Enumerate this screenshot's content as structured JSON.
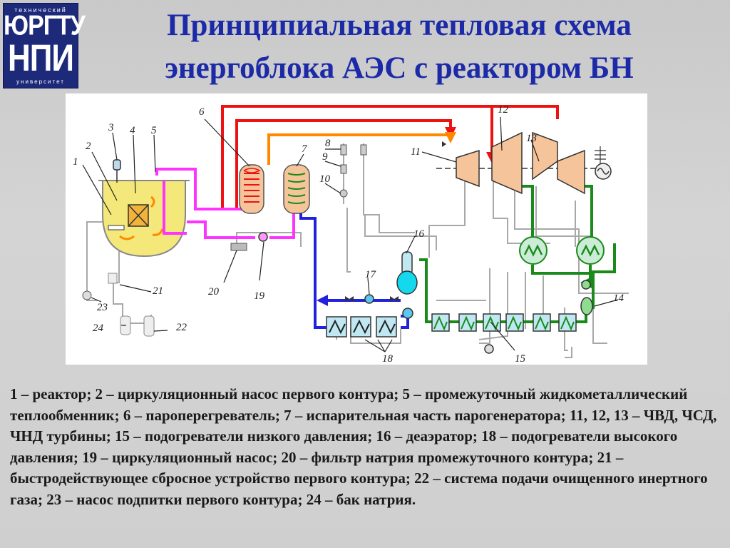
{
  "logo": {
    "top": "технический",
    "line1": "ЮРГТУ",
    "line2": "НПИ",
    "bottom": "университет"
  },
  "title": {
    "line1": "Принципиальная тепловая схема",
    "line2": "энергоблока АЭС с реактором БН"
  },
  "labels": [
    "1",
    "2",
    "3",
    "4",
    "5",
    "6",
    "7",
    "8",
    "9",
    "10",
    "11",
    "12",
    "13",
    "14",
    "15",
    "16",
    "17",
    "18",
    "19",
    "20",
    "21",
    "22",
    "23",
    "24"
  ],
  "caption": "1 – реактор; 2 – циркуляционный насос первого контура; 5 – промежуточный жидкометаллический теплообменник; 6 – пароперегреватель; 7 – испарительная часть парогенератора; 11, 12, 13 – ЧВД, ЧСД, ЧНД турбины; 15 – подогреватели низкого давления; 16 – деаэратор; 18 – подогреватели высокого давления; 19 – циркуляционный насос; 20 – фильтр натрия промежуточного контура; 21 – быстродействующее сбросное устройство первого контура; 22 – система подачи очищенного инертного газа; 23 – насос подпитки первого контура; 24 – бак натрия.",
  "colors": {
    "title": "#1c2aa8",
    "primary_loop": "#f5e87a",
    "intermediate_loop": "#ff33ff",
    "steam_live": "#ee1111",
    "steam_reheat": "#ff8800",
    "feedwater": "#2222dd",
    "condensate": "#1a8a1a",
    "turbine": "#f6c49a",
    "auxiliary": "#a8a8a8"
  }
}
